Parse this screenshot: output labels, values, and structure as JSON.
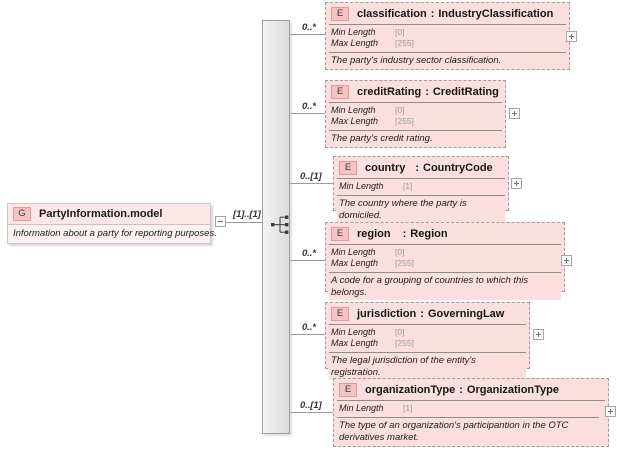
{
  "diagram": {
    "kind": "xml-schema-element-tree",
    "compositor": "sequence",
    "group": {
      "badge": "G",
      "badge_icon": "group-badge-icon",
      "title": "PartyInformation.model",
      "documentation": "Information about a party for reporting purposes.",
      "toggle_icon": "collapse-minus-icon",
      "occurrence": "[1]..[1]"
    },
    "sequence_icon": "sequence-compositor-icon",
    "facet_labels": {
      "min_length": "Min Length",
      "max_length": "Max Length"
    },
    "elements": [
      {
        "badge": "E",
        "badge_icon": "element-badge-icon",
        "name": "classification",
        "separator": ":",
        "type": "IndustryClassification",
        "occurrence": "0..*",
        "facets": [
          {
            "label": "Min Length",
            "value": "[0]"
          },
          {
            "label": "Max Length",
            "value": "[255]"
          }
        ],
        "documentation": "The party's industry sector classification.",
        "toggle_icon": "expand-plus-icon"
      },
      {
        "badge": "E",
        "badge_icon": "element-badge-icon",
        "name": "creditRating",
        "separator": ":",
        "type": "CreditRating",
        "occurrence": "0..*",
        "facets": [
          {
            "label": "Min Length",
            "value": "[0]"
          },
          {
            "label": "Max Length",
            "value": "[255]"
          }
        ],
        "documentation": "The party's credit rating.",
        "toggle_icon": "expand-plus-icon"
      },
      {
        "badge": "E",
        "badge_icon": "element-badge-icon",
        "name": "country",
        "separator": ":",
        "type": "CountryCode",
        "occurrence": "0..[1]",
        "facets": [
          {
            "label": "Min Length",
            "value": "[1]"
          }
        ],
        "documentation": "The country where the party is domiciled.",
        "toggle_icon": "expand-plus-icon"
      },
      {
        "badge": "E",
        "badge_icon": "element-badge-icon",
        "name": "region",
        "separator": ":",
        "type": "Region",
        "occurrence": "0..*",
        "facets": [
          {
            "label": "Min Length",
            "value": "[0]"
          },
          {
            "label": "Max Length",
            "value": "[255]"
          }
        ],
        "documentation": "A code for a grouping of countries to which this belongs.",
        "toggle_icon": "expand-plus-icon"
      },
      {
        "badge": "E",
        "badge_icon": "element-badge-icon",
        "name": "jurisdiction",
        "separator": ":",
        "type": "GoverningLaw",
        "occurrence": "0..*",
        "facets": [
          {
            "label": "Min Length",
            "value": "[0]"
          },
          {
            "label": "Max Length",
            "value": "[255]"
          }
        ],
        "documentation": "The legal jurisdiction of the entity's registration.",
        "toggle_icon": "expand-plus-icon"
      },
      {
        "badge": "E",
        "badge_icon": "element-badge-icon",
        "name": "organizationType",
        "separator": ":",
        "type": "OrganizationType",
        "occurrence": "0..[1]",
        "facets": [
          {
            "label": "Min Length",
            "value": "[1]"
          }
        ],
        "documentation": "The type of an organization's participantion in the OTC derivatives market.",
        "toggle_icon": "expand-plus-icon"
      }
    ],
    "colors": {
      "element_fill": "#fbdede",
      "group_fill": "#fdf0f0",
      "badge_fill": "#f6c3c3",
      "badge_border": "#e59a9a",
      "line": "#9a9a9a",
      "bar_fill": "#e8e8e8"
    }
  }
}
